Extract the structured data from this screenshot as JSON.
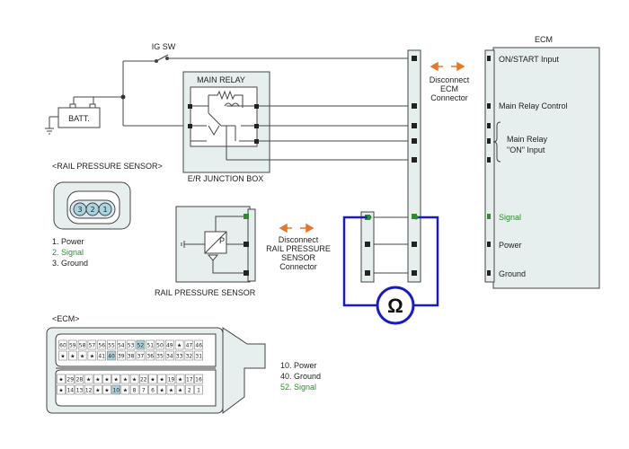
{
  "colors": {
    "wire": "#444444",
    "loop": "#1a1ac8",
    "signal": "#2e8b2e",
    "arrow": "#e8762a",
    "panel": "#e6eeee",
    "pin_highlight": "#a9d3df"
  },
  "labels": {
    "ig_sw": "IG SW",
    "batt": "BATT.",
    "main_relay": "MAIN RELAY",
    "junction_box": "E/R JUNCTION BOX",
    "rps_title": "<RAIL PRESSURE SENSOR>",
    "rps_bottom": "RAIL PRESSURE SENSOR",
    "ecm_connector_title": "<ECM>",
    "ecm_title": "ECM",
    "disconnect_ecm": [
      "Disconnect",
      "ECM",
      "Connector"
    ],
    "disconnect_rps": [
      "Disconnect",
      "RAIL PRESSURE",
      "SENSOR",
      "Connector"
    ],
    "ohm_symbol": "Ω"
  },
  "ecm_pins": [
    "ON/START Input",
    "Main Relay Control",
    "Main Relay",
    "\"ON\" Input",
    "Signal",
    "Power",
    "Ground"
  ],
  "sensor_pin_list": [
    "1. Power",
    "2. Signal",
    "3. Ground"
  ],
  "sensor_connector_pins": [
    "3",
    "2",
    "1"
  ],
  "ecm_pin_list": [
    "10. Power",
    "40. Ground",
    "52. Signal"
  ],
  "ecm_connector_rows": [
    [
      "60",
      "59",
      "58",
      "57",
      "56",
      "55",
      "54",
      "53",
      "52",
      "51",
      "50",
      "49",
      "★",
      "47",
      "46"
    ],
    [
      "★",
      "★",
      "★",
      "★",
      "41",
      "40",
      "39",
      "38",
      "37",
      "36",
      "35",
      "34",
      "33",
      "32",
      "31"
    ],
    [
      "★",
      "29",
      "28",
      "★",
      "★",
      "★",
      "★",
      "★",
      "★",
      "22",
      "★",
      "★",
      "19",
      "★",
      "17",
      "16"
    ],
    [
      "★",
      "14",
      "13",
      "12",
      "★",
      "★",
      "10",
      "★",
      "8",
      "7",
      "6",
      "★",
      "★",
      "★",
      "2",
      "1"
    ]
  ],
  "highlight_pins": [
    "52",
    "40",
    "10"
  ]
}
